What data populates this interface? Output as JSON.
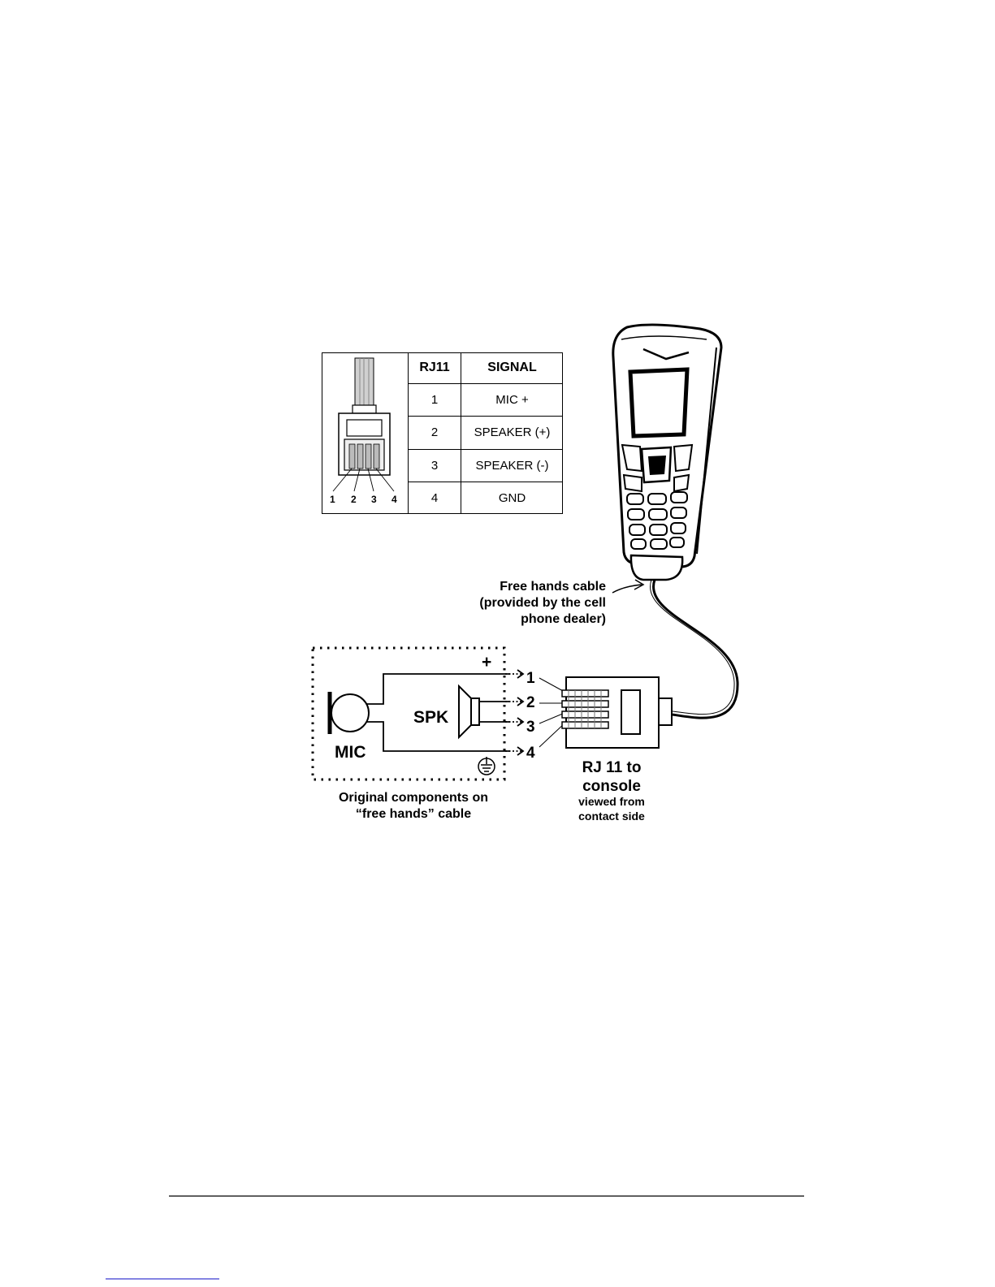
{
  "pin_table": {
    "headers": [
      "RJ11",
      "SIGNAL"
    ],
    "rows": [
      {
        "pin": "1",
        "signal": "MIC +"
      },
      {
        "pin": "2",
        "signal": "SPEAKER (+)"
      },
      {
        "pin": "3",
        "signal": "SPEAKER (-)"
      },
      {
        "pin": "4",
        "signal": "GND"
      }
    ],
    "plug_pin_labels": [
      "1",
      "2",
      "3",
      "4"
    ]
  },
  "labels": {
    "free_hands_cable": [
      "Free hands cable",
      "(provided by the cell",
      "phone dealer)"
    ],
    "mic": "MIC",
    "spk": "SPK",
    "plus": "+",
    "wire_numbers": [
      "1",
      "2",
      "3",
      "4"
    ],
    "original_components": [
      "Original components on",
      "“free hands” cable"
    ],
    "rj11_title": [
      "RJ 11 to",
      "console"
    ],
    "rj11_sub": [
      "viewed from",
      "contact side"
    ]
  },
  "icons": [
    "rj11-plug-icon",
    "cell-phone-icon",
    "microphone-icon",
    "speaker-icon",
    "ground-icon"
  ]
}
